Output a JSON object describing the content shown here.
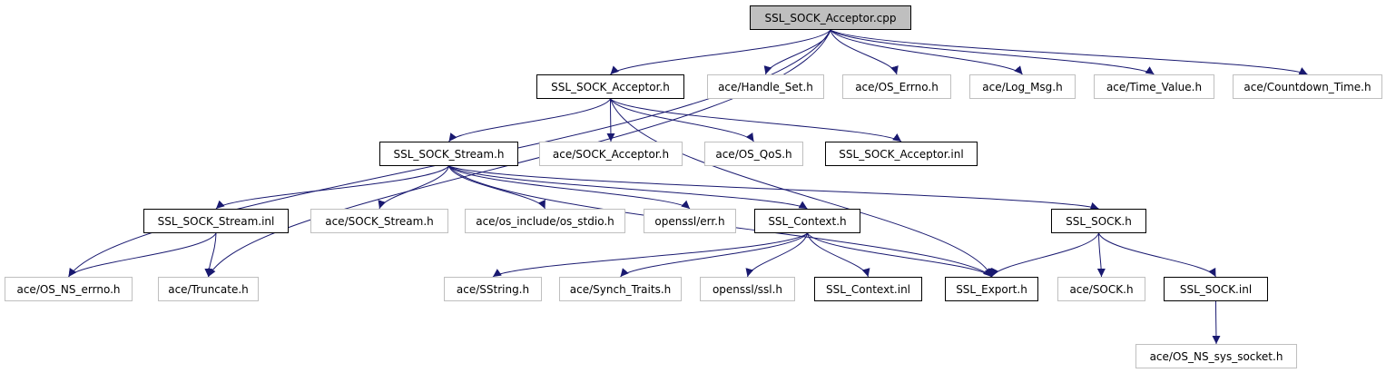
{
  "diagram": {
    "nodes": [
      {
        "id": "n0",
        "label": "SSL_SOCK_Acceptor.cpp",
        "kind": "root"
      },
      {
        "id": "n1",
        "label": "SSL_SOCK_Acceptor.h",
        "kind": "local"
      },
      {
        "id": "n2",
        "label": "ace/Handle_Set.h",
        "kind": "ext"
      },
      {
        "id": "n3",
        "label": "ace/OS_Errno.h",
        "kind": "ext"
      },
      {
        "id": "n4",
        "label": "ace/Log_Msg.h",
        "kind": "ext"
      },
      {
        "id": "n5",
        "label": "ace/Time_Value.h",
        "kind": "ext"
      },
      {
        "id": "n6",
        "label": "ace/Countdown_Time.h",
        "kind": "ext"
      },
      {
        "id": "n7",
        "label": "SSL_SOCK_Stream.h",
        "kind": "local"
      },
      {
        "id": "n8",
        "label": "ace/SOCK_Acceptor.h",
        "kind": "ext"
      },
      {
        "id": "n9",
        "label": "ace/OS_QoS.h",
        "kind": "ext"
      },
      {
        "id": "n10",
        "label": "SSL_SOCK_Acceptor.inl",
        "kind": "local"
      },
      {
        "id": "n11",
        "label": "SSL_SOCK_Stream.inl",
        "kind": "local"
      },
      {
        "id": "n12",
        "label": "ace/SOCK_Stream.h",
        "kind": "ext"
      },
      {
        "id": "n13",
        "label": "ace/os_include/os_stdio.h",
        "kind": "ext"
      },
      {
        "id": "n14",
        "label": "openssl/err.h",
        "kind": "ext"
      },
      {
        "id": "n15",
        "label": "SSL_Context.h",
        "kind": "local"
      },
      {
        "id": "n16",
        "label": "SSL_SOCK.h",
        "kind": "local"
      },
      {
        "id": "n17",
        "label": "ace/OS_NS_errno.h",
        "kind": "ext"
      },
      {
        "id": "n18",
        "label": "ace/Truncate.h",
        "kind": "ext"
      },
      {
        "id": "n19",
        "label": "ace/SString.h",
        "kind": "ext"
      },
      {
        "id": "n20",
        "label": "ace/Synch_Traits.h",
        "kind": "ext"
      },
      {
        "id": "n21",
        "label": "openssl/ssl.h",
        "kind": "ext"
      },
      {
        "id": "n22",
        "label": "SSL_Context.inl",
        "kind": "local"
      },
      {
        "id": "n23",
        "label": "SSL_Export.h",
        "kind": "local"
      },
      {
        "id": "n24",
        "label": "ace/SOCK.h",
        "kind": "ext"
      },
      {
        "id": "n25",
        "label": "SSL_SOCK.inl",
        "kind": "local"
      },
      {
        "id": "n26",
        "label": "ace/OS_NS_sys_socket.h",
        "kind": "ext"
      }
    ],
    "edges": [
      [
        "n0",
        "n1"
      ],
      [
        "n0",
        "n2"
      ],
      [
        "n0",
        "n3"
      ],
      [
        "n0",
        "n4"
      ],
      [
        "n0",
        "n5"
      ],
      [
        "n0",
        "n6"
      ],
      [
        "n0",
        "n17"
      ],
      [
        "n0",
        "n18"
      ],
      [
        "n1",
        "n7"
      ],
      [
        "n1",
        "n8"
      ],
      [
        "n1",
        "n9"
      ],
      [
        "n1",
        "n10"
      ],
      [
        "n1",
        "n23"
      ],
      [
        "n7",
        "n11"
      ],
      [
        "n7",
        "n12"
      ],
      [
        "n7",
        "n13"
      ],
      [
        "n7",
        "n14"
      ],
      [
        "n7",
        "n15"
      ],
      [
        "n7",
        "n16"
      ],
      [
        "n7",
        "n23"
      ],
      [
        "n11",
        "n17"
      ],
      [
        "n11",
        "n18"
      ],
      [
        "n15",
        "n19"
      ],
      [
        "n15",
        "n20"
      ],
      [
        "n15",
        "n21"
      ],
      [
        "n15",
        "n22"
      ],
      [
        "n15",
        "n23"
      ],
      [
        "n16",
        "n23"
      ],
      [
        "n16",
        "n24"
      ],
      [
        "n16",
        "n25"
      ],
      [
        "n25",
        "n26"
      ]
    ],
    "colors": {
      "root_fill": "#bfbfbf",
      "local_border": "#000000",
      "external_border": "#bfbfbf",
      "edge": "#191970"
    }
  }
}
